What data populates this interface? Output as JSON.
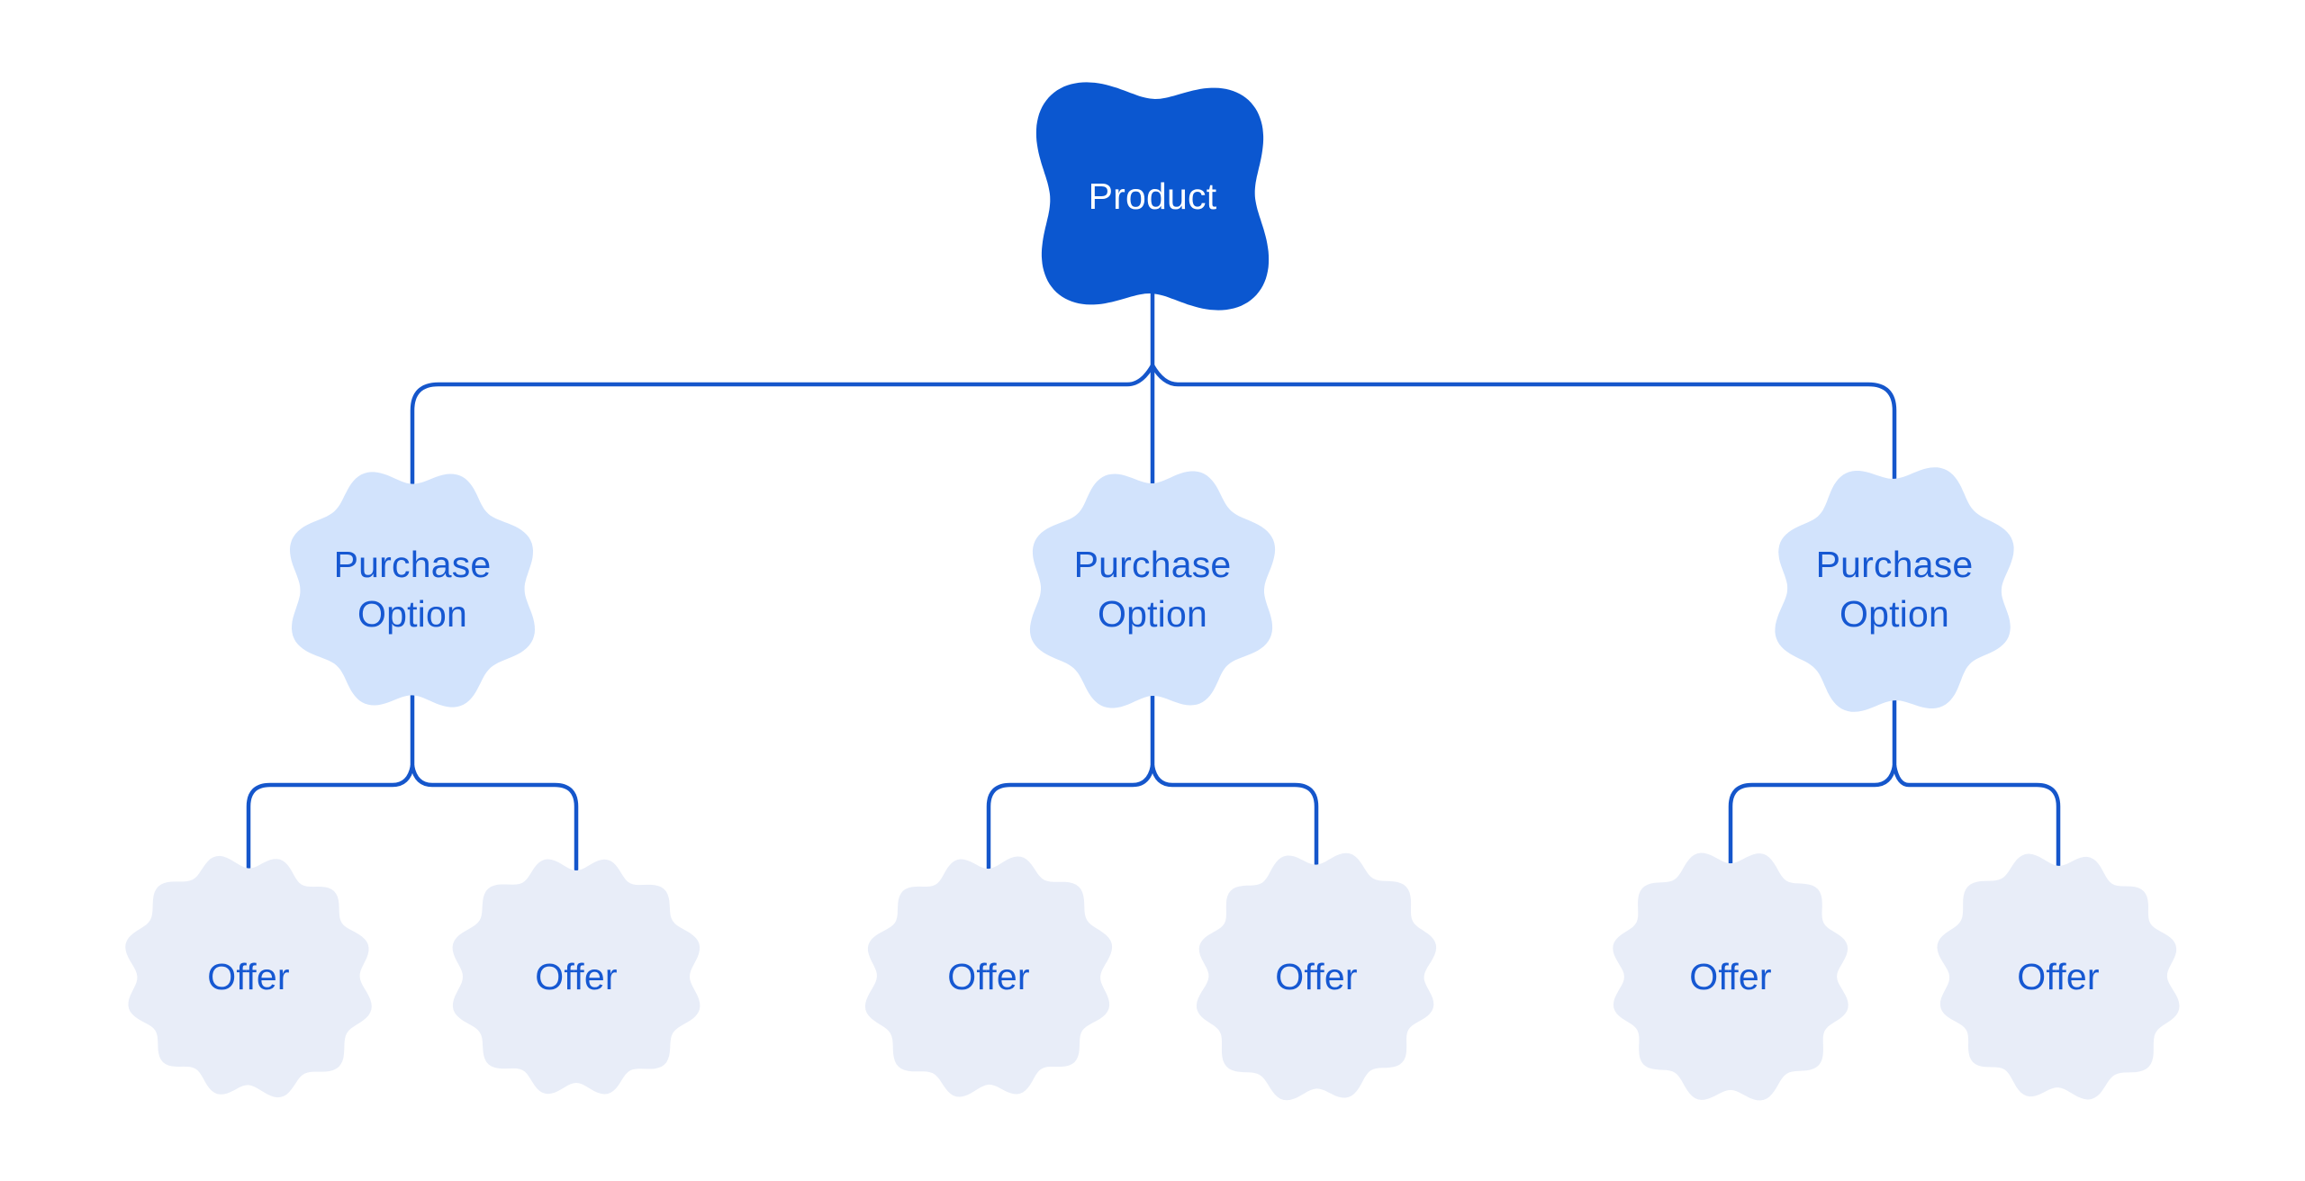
{
  "diagram": {
    "root": {
      "label": "Product"
    },
    "purchase_options": [
      {
        "label": "Purchase Option",
        "offers": [
          {
            "label": "Offer"
          },
          {
            "label": "Offer"
          }
        ]
      },
      {
        "label": "Purchase Option",
        "offers": [
          {
            "label": "Offer"
          },
          {
            "label": "Offer"
          }
        ]
      },
      {
        "label": "Purchase Option",
        "offers": [
          {
            "label": "Offer"
          },
          {
            "label": "Offer"
          }
        ]
      }
    ]
  },
  "colors": {
    "background": "#ffffff",
    "product-fill": "#0b57d0",
    "product-text": "#ffffff",
    "purchase-fill": "#d2e3fc",
    "offer-fill": "#e8edf8",
    "connector": "#1556cb",
    "label-text": "#1658d2"
  }
}
